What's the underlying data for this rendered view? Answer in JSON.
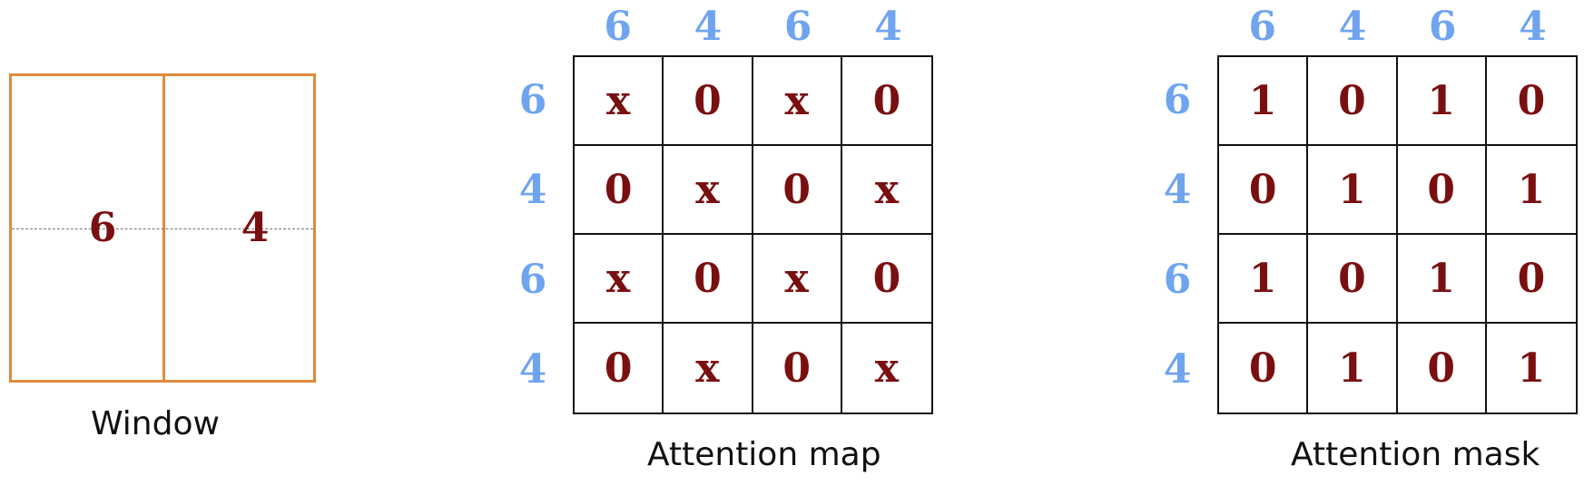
{
  "window": {
    "caption": "Window",
    "values": [
      "6",
      "4"
    ],
    "border_color": "#e08a3c"
  },
  "attention_map": {
    "caption": "Attention map",
    "col_labels": [
      "6",
      "4",
      "6",
      "4"
    ],
    "row_labels": [
      "6",
      "4",
      "6",
      "4"
    ],
    "cells": [
      [
        "x",
        "0",
        "x",
        "0"
      ],
      [
        "0",
        "x",
        "0",
        "x"
      ],
      [
        "x",
        "0",
        "x",
        "0"
      ],
      [
        "0",
        "x",
        "0",
        "x"
      ]
    ]
  },
  "attention_mask": {
    "caption": "Attention mask",
    "col_labels": [
      "6",
      "4",
      "6",
      "4"
    ],
    "row_labels": [
      "6",
      "4",
      "6",
      "4"
    ],
    "cells": [
      [
        "1",
        "0",
        "1",
        "0"
      ],
      [
        "0",
        "1",
        "0",
        "1"
      ],
      [
        "1",
        "0",
        "1",
        "0"
      ],
      [
        "0",
        "1",
        "0",
        "1"
      ]
    ]
  },
  "colors": {
    "value_text": "#7a0f10",
    "axis_label": "#6fa4ef",
    "grid_line": "#111111"
  }
}
